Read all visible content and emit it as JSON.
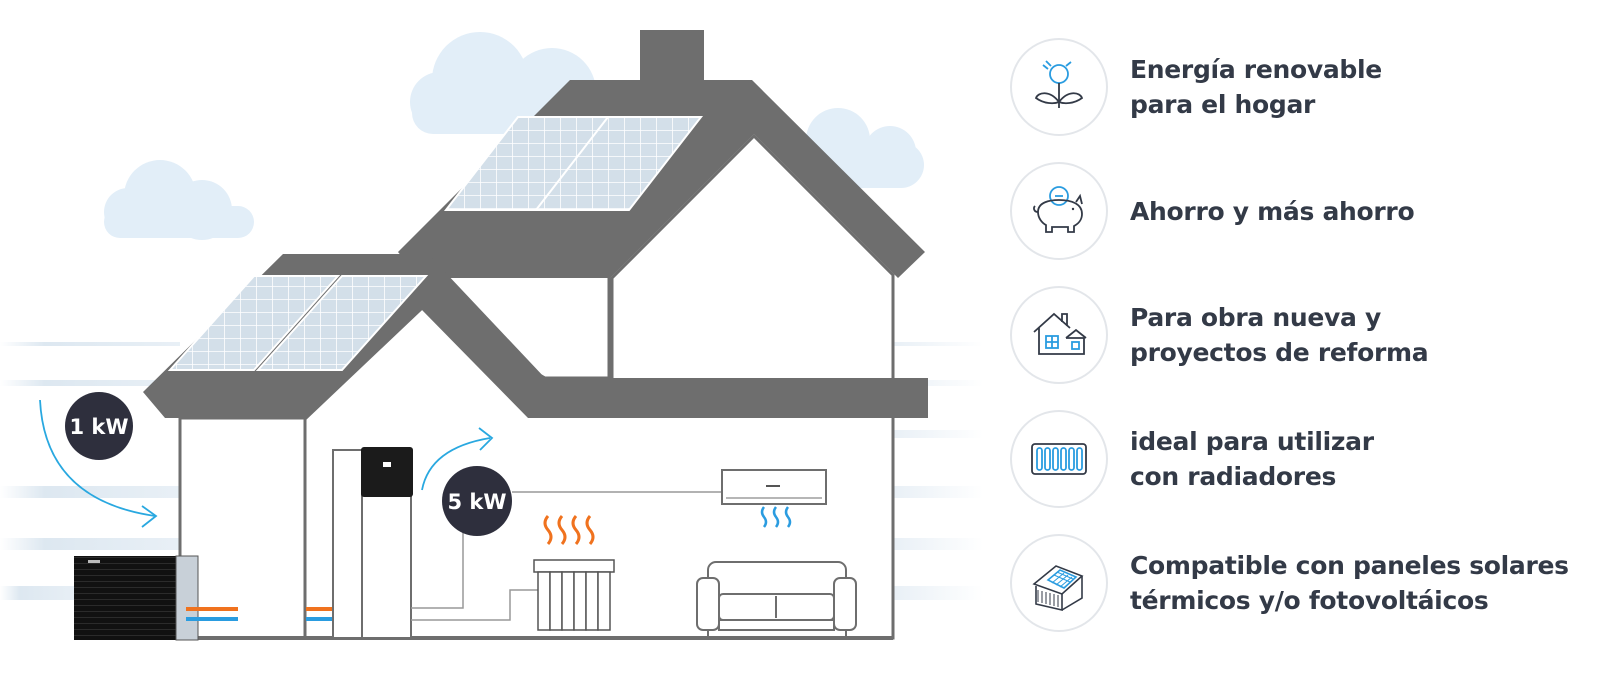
{
  "indicators": {
    "outdoor_power": "1 kW",
    "indoor_power": "5 kW"
  },
  "features": [
    {
      "icon": "renewable-energy-plant-icon",
      "label": "Energía renovable\npara el hogar"
    },
    {
      "icon": "piggy-bank-icon",
      "label": "Ahorro y más ahorro"
    },
    {
      "icon": "house-icon",
      "label": "Para obra nueva y\nproyectos de reforma"
    },
    {
      "icon": "radiator-icon",
      "label": "ideal para utilizar\ncon radiadores"
    },
    {
      "icon": "solar-roof-house-icon",
      "label": "Compatible con paneles solares\ntérmicos y/o fotovoltáicos"
    }
  ],
  "colors": {
    "house_roof": "#6e6e6e",
    "indicator_circle": "#2e2f3d",
    "arrow_blue": "#29a8e0",
    "pipe_hot": "#f0721e",
    "pipe_cold": "#2a9ce0",
    "cloud": "#deedf8",
    "feature_text": "#333a47"
  }
}
